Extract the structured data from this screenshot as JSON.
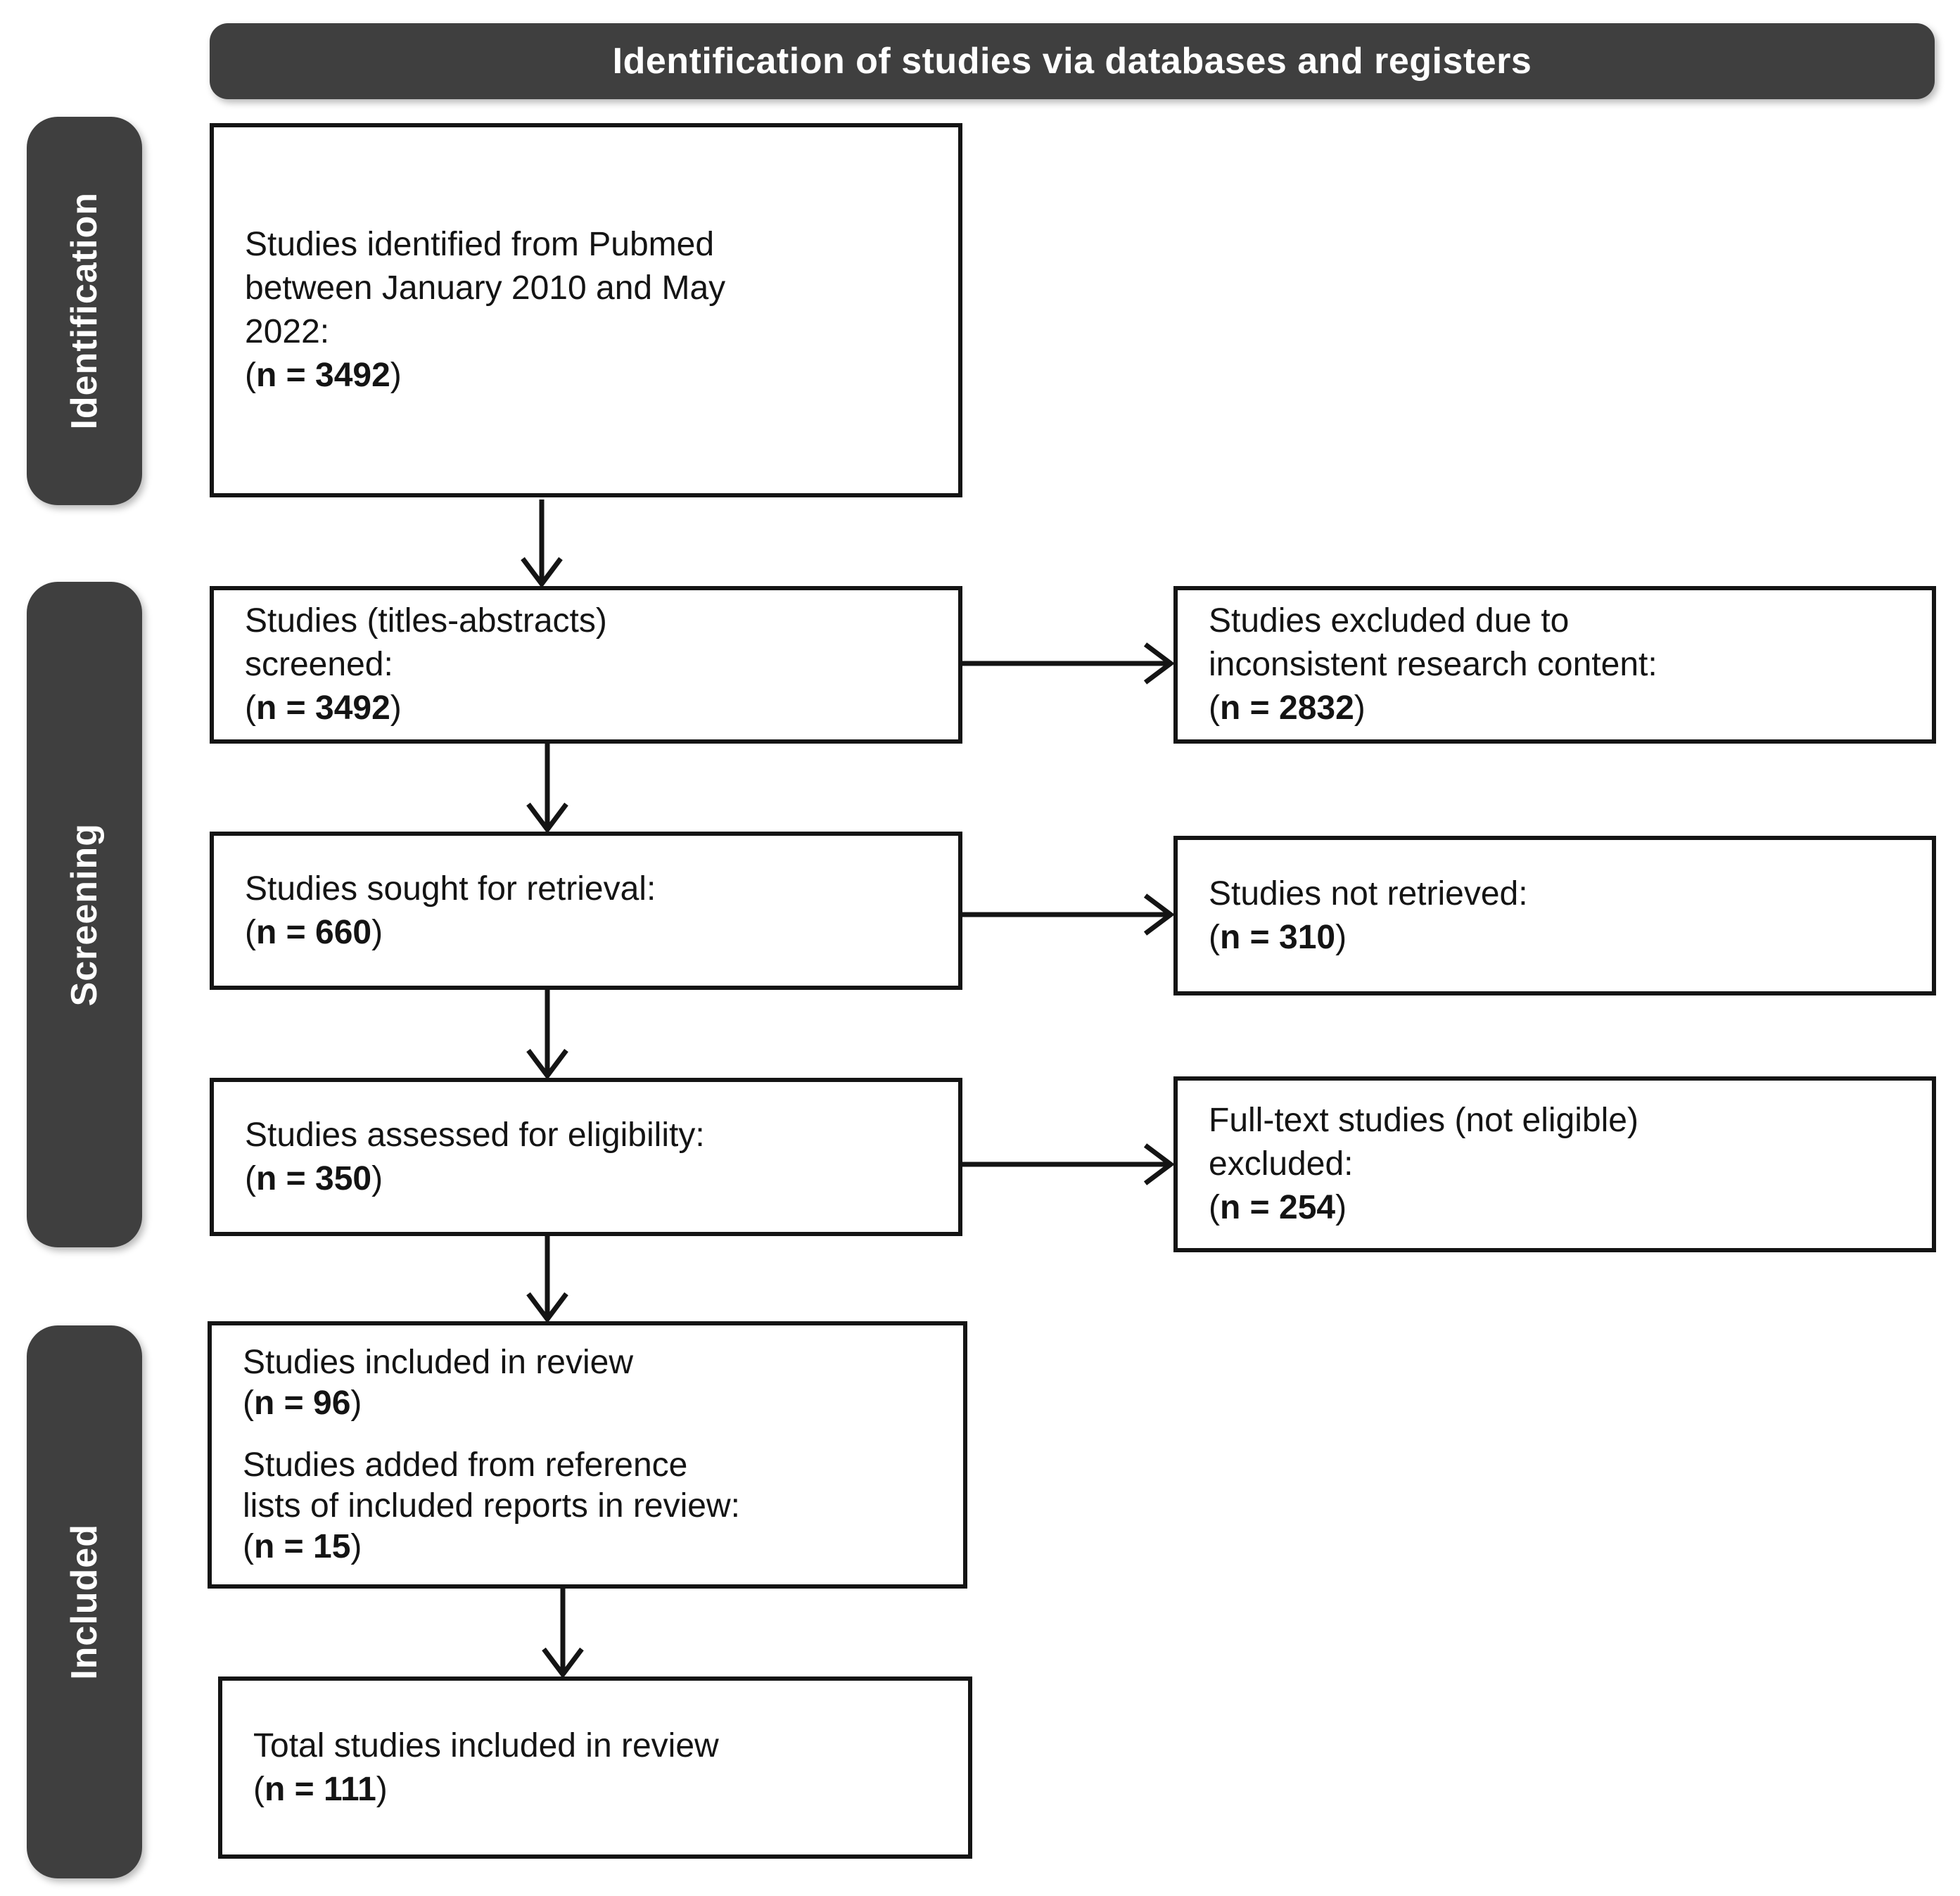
{
  "header": {
    "title": "Identification of studies via databases and registers"
  },
  "sidebar": {
    "labels": [
      {
        "id": "identification",
        "text": "Identification"
      },
      {
        "id": "screening",
        "text": "Screening"
      },
      {
        "id": "included",
        "text": "Included"
      }
    ]
  },
  "flow": {
    "boxes": {
      "identified": {
        "lines": [
          {
            "text": "Studies identified from Pubmed"
          },
          {
            "text": "between January 2010 and May"
          },
          {
            "text": "2022:"
          },
          {
            "open": "(",
            "strong": "n = 3492",
            "close": ")"
          }
        ]
      },
      "screened": {
        "lines": [
          {
            "text": "Studies (titles-abstracts)"
          },
          {
            "text": "screened:"
          },
          {
            "open": "(",
            "strong": "n = 3492",
            "close": ")"
          }
        ]
      },
      "sought": {
        "lines": [
          {
            "text": "Studies sought for retrieval:"
          },
          {
            "open": "(",
            "strong": "n = 660",
            "close": ")"
          }
        ]
      },
      "assessed": {
        "lines": [
          {
            "text": "Studies assessed for eligibility:"
          },
          {
            "open": "(",
            "strong": "n = 350",
            "close": ")"
          }
        ]
      },
      "included_review": {
        "lines": [
          {
            "text": "Studies included in review"
          },
          {
            "open": "(",
            "strong": "n = 96",
            "close": ")"
          },
          {
            "spacer": true
          },
          {
            "text": "Studies added from reference"
          },
          {
            "text": "lists of included reports in review:"
          },
          {
            "open": "(",
            "strong": "n = 15",
            "close": ")"
          }
        ]
      },
      "total_included": {
        "lines": [
          {
            "text": "Total studies included in review"
          },
          {
            "open": "(",
            "strong": "n = 111",
            "close": ")"
          }
        ]
      },
      "excluded_content": {
        "lines": [
          {
            "text": "Studies excluded due to"
          },
          {
            "text": "inconsistent research content:"
          },
          {
            "open": "(",
            "strong": "n = 2832",
            "close": ")"
          }
        ]
      },
      "not_retrieved": {
        "lines": [
          {
            "text": "Studies not retrieved:"
          },
          {
            "open": "(",
            "strong": "n = 310",
            "close": ")"
          }
        ]
      },
      "fulltext_excluded": {
        "lines": [
          {
            "text": "Full-text studies (not eligible)"
          },
          {
            "text": "excluded:"
          },
          {
            "open": "(",
            "strong": "n = 254",
            "close": ")"
          }
        ]
      }
    }
  },
  "colors": {
    "band_fill": "#3f3f3f",
    "band_text": "#ffffff",
    "box_border": "#141414",
    "box_text": "#141414",
    "background": "#ffffff"
  }
}
